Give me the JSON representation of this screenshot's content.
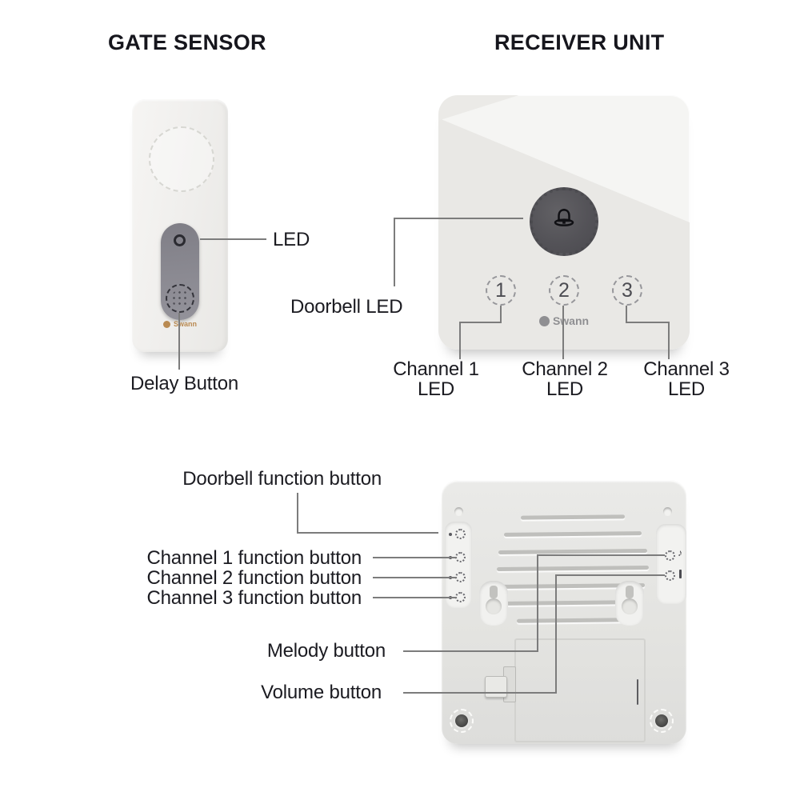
{
  "headings": {
    "gate_sensor": "GATE SENSOR",
    "receiver_unit": "RECEIVER UNIT"
  },
  "gate_sensor": {
    "led_label": "LED",
    "delay_button_label": "Delay Button",
    "brand": "Swann"
  },
  "receiver_front": {
    "doorbell_led_label": "Doorbell LED",
    "channels": [
      {
        "number": "1",
        "label_line1": "Channel 1",
        "label_line2": "LED"
      },
      {
        "number": "2",
        "label_line1": "Channel 2",
        "label_line2": "LED"
      },
      {
        "number": "3",
        "label_line1": "Channel 3",
        "label_line2": "LED"
      }
    ],
    "brand": "Swann"
  },
  "receiver_back": {
    "doorbell_function_label": "Doorbell function button",
    "channel_function_labels": [
      "Channel 1 function button",
      "Channel 2 function button",
      "Channel 3 function button"
    ],
    "melody_button_label": "Melody button",
    "volume_button_label": "Volume button",
    "melody_icon": "♪"
  },
  "colors": {
    "background": "#ffffff",
    "label_text": "#1b1b21",
    "leader_line": "#7c7c7c",
    "device_light": "#f5f5f3",
    "device_gray": "#e9e8e5",
    "doorbell_button_dark": "#535258",
    "sensor_pill_gray": "#88878f",
    "brand_orange": "#b98a52",
    "brand_gray": "#8f8f92"
  }
}
